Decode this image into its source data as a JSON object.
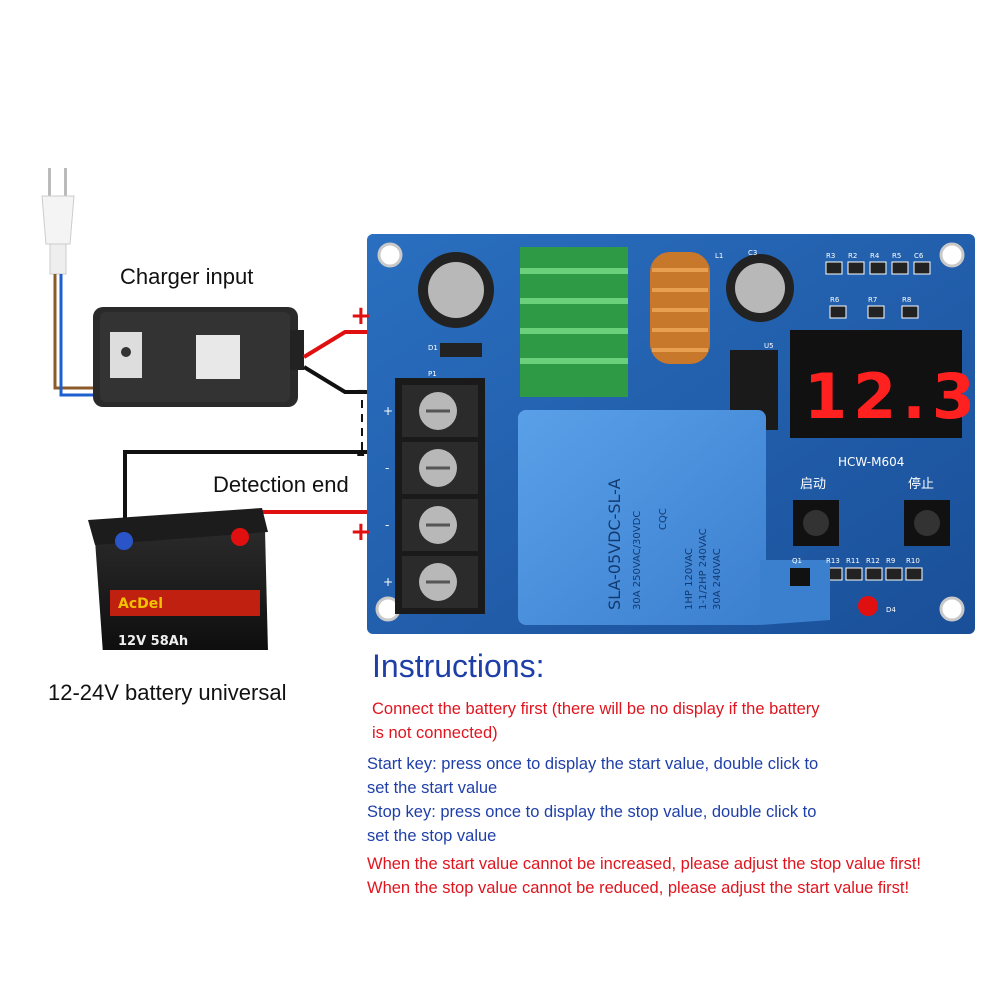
{
  "labels": {
    "charger_input": "Charger input",
    "detection_end": "Detection end",
    "battery": "12-24V battery universal",
    "plus_top": "+",
    "minus_top": "-",
    "minus_mid": "-",
    "plus_bottom": "+"
  },
  "board": {
    "model": "HCW-M604",
    "display_value": "12.3",
    "start_key_label": "启动",
    "stop_key_label": "停止",
    "relay_model": "SLA-05VDC-SL-A",
    "relay_rating_1": "30A 250VAC/30VDC",
    "relay_rating_2": "1HP 120VAC",
    "relay_rating_3": "1-1/2HP 240VAC",
    "relay_rating_4": "30A 240VAC",
    "relay_cert": "CQC",
    "components": [
      "R3",
      "R2",
      "R4",
      "R5",
      "C6",
      "R6",
      "R7",
      "R8",
      "L1",
      "C3",
      "U5",
      "D1",
      "Q1",
      "R13",
      "R11",
      "R12",
      "R9",
      "R10",
      "D4",
      "P1"
    ],
    "terminal_marks": [
      "+",
      "-",
      "-",
      "+"
    ]
  },
  "battery_device": {
    "brand": "AcDel",
    "voltage_label": "12V",
    "capacity_label": "58Ah"
  },
  "instructions": {
    "title": "Instructions:",
    "line1": "Connect the battery first (there will be no display if the battery",
    "line2": "is not connected)",
    "line3": "Start key: press once to display the start value, double click to",
    "line4": "set the start value",
    "line5": "Stop key: press once to display the stop value, double click to",
    "line6": "set the stop value",
    "line7": "When the start value cannot be increased, please adjust the stop value first!",
    "line8": "When the stop value cannot be reduced, please adjust the start value first!"
  },
  "colors": {
    "board": "#1f5fb0",
    "relay": "#4a90d9",
    "display_digits": "#ff2020",
    "instruction_red": "#e0141e",
    "instruction_blue": "#1f3fa8"
  }
}
